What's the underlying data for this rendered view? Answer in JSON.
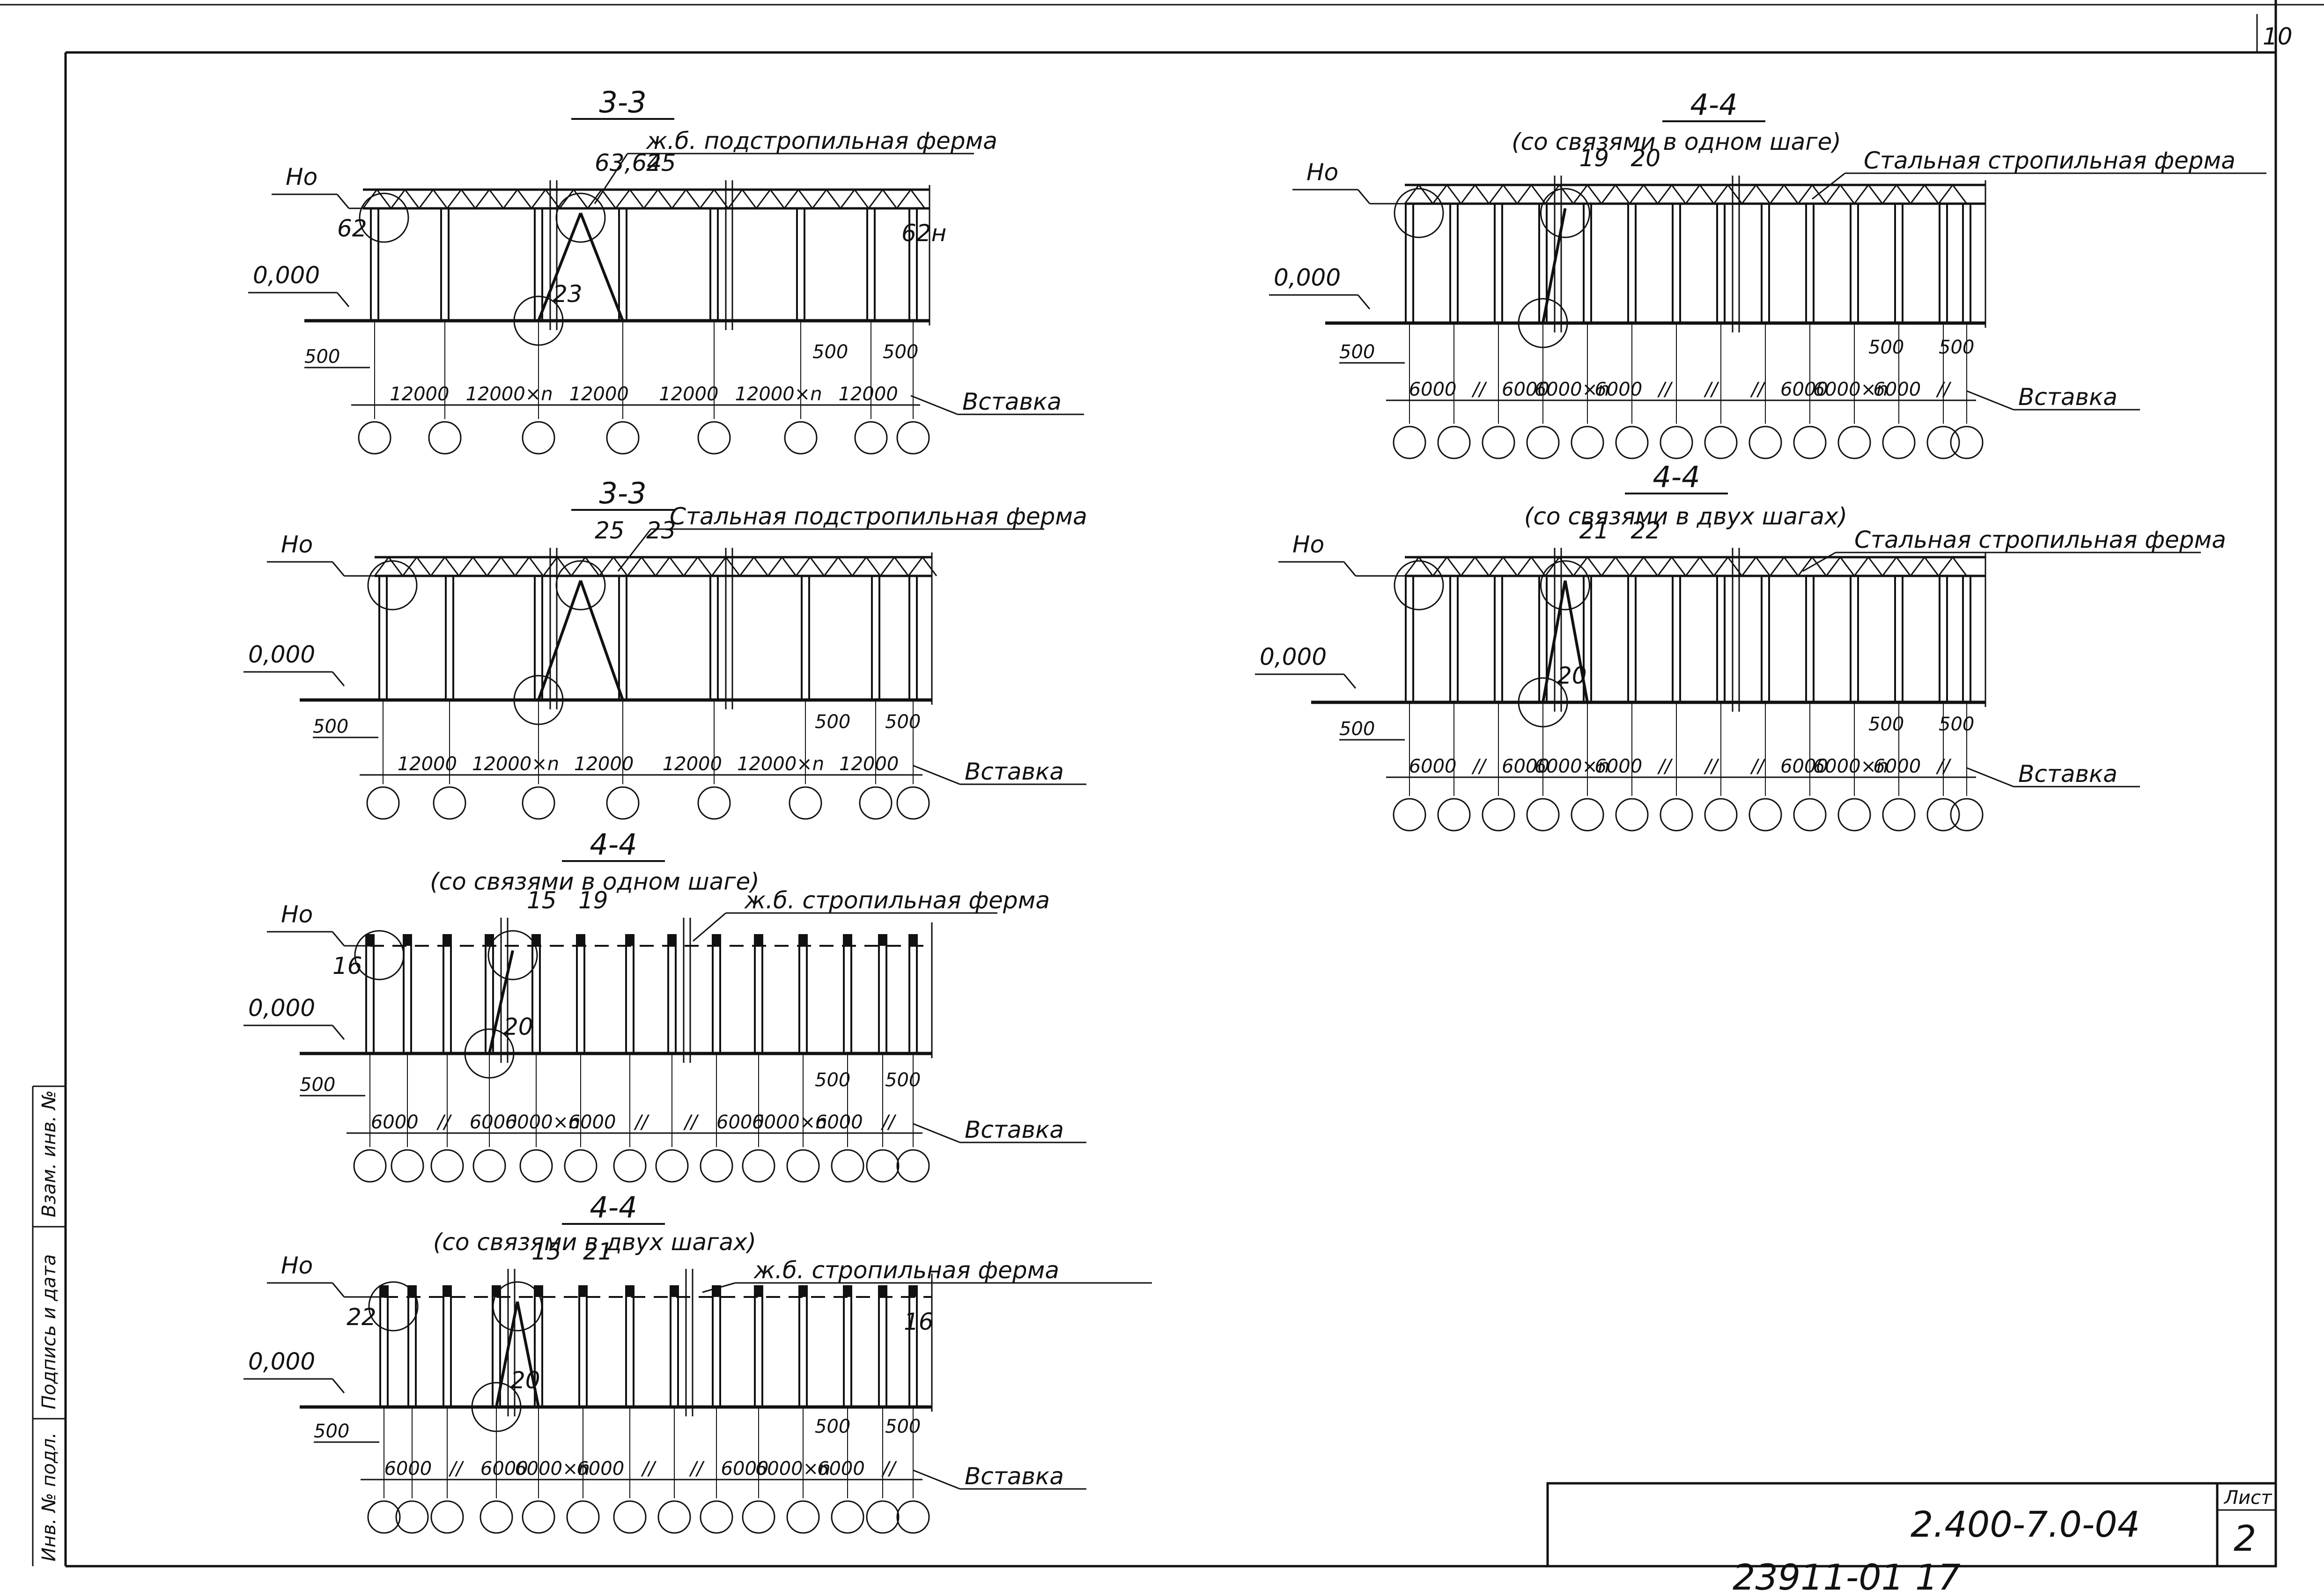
{
  "sheet": {
    "page_number": "10",
    "doc_code": "2.400-7.0-04",
    "sheet_word": "Лист",
    "sheet_number": "2",
    "archive_number": "23911-01",
    "archive_page": "17",
    "side_stamp": {
      "col1": "Инв. № подл.",
      "col2": "Подпись и дата",
      "col3": "Взам. инв. №"
    }
  },
  "common": {
    "level_top": "Hо",
    "level_zero": "0,000",
    "insert_label": "Вставка",
    "d500": "500",
    "rep": "//"
  },
  "views": [
    {
      "id": "v1",
      "title": "3-3",
      "subtitle": "",
      "truss_label": "ж.б. подстропильная ферма",
      "callouts": [
        "63,64",
        "25",
        "62",
        "62н",
        "23"
      ],
      "spans": [
        "12000",
        "12000×n",
        "12000",
        "12000",
        "12000×n",
        "12000"
      ]
    },
    {
      "id": "v2",
      "title": "3-3",
      "subtitle": "",
      "truss_label": "Стальная подстропильная ферма",
      "callouts": [
        "25",
        "23"
      ],
      "spans": [
        "12000",
        "12000×n",
        "12000",
        "12000",
        "12000×n",
        "12000"
      ]
    },
    {
      "id": "v3",
      "title": "4-4",
      "subtitle": "(со связями в одном шаге)",
      "truss_label": "ж.б. стропильная ферма",
      "callouts": [
        "15",
        "19",
        "16",
        "20"
      ],
      "spans": [
        "6000",
        "//",
        "6000",
        "6000×n",
        "6000",
        "//",
        "//",
        "6000",
        "6000×n",
        "6000",
        "//"
      ]
    },
    {
      "id": "v4",
      "title": "4-4",
      "subtitle": "(со связями в двух шагах)",
      "truss_label": "ж.б. стропильная ферма",
      "callouts": [
        "15",
        "21",
        "22",
        "16",
        "20"
      ],
      "spans": [
        "6000",
        "//",
        "6000",
        "6000×n",
        "6000",
        "//",
        "//",
        "6000",
        "6000×n",
        "6000",
        "//"
      ]
    },
    {
      "id": "v5",
      "title": "4-4",
      "subtitle": "(со связями в одном шаге)",
      "truss_label": "Стальная стропильная ферма",
      "callouts": [
        "19",
        "20"
      ],
      "spans": [
        "6000",
        "//",
        "6000",
        "6000×n",
        "6000",
        "//",
        "//",
        "//",
        "6000",
        "6000×n",
        "6000",
        "//"
      ]
    },
    {
      "id": "v6",
      "title": "4-4",
      "subtitle": "(со связями в двух шагах)",
      "truss_label": "Стальная стропильная ферма",
      "callouts": [
        "21",
        "22",
        "20"
      ],
      "spans": [
        "6000",
        "//",
        "6000",
        "6000×n",
        "6000",
        "//",
        "//",
        "//",
        "6000",
        "6000×n",
        "6000",
        "//"
      ]
    }
  ]
}
